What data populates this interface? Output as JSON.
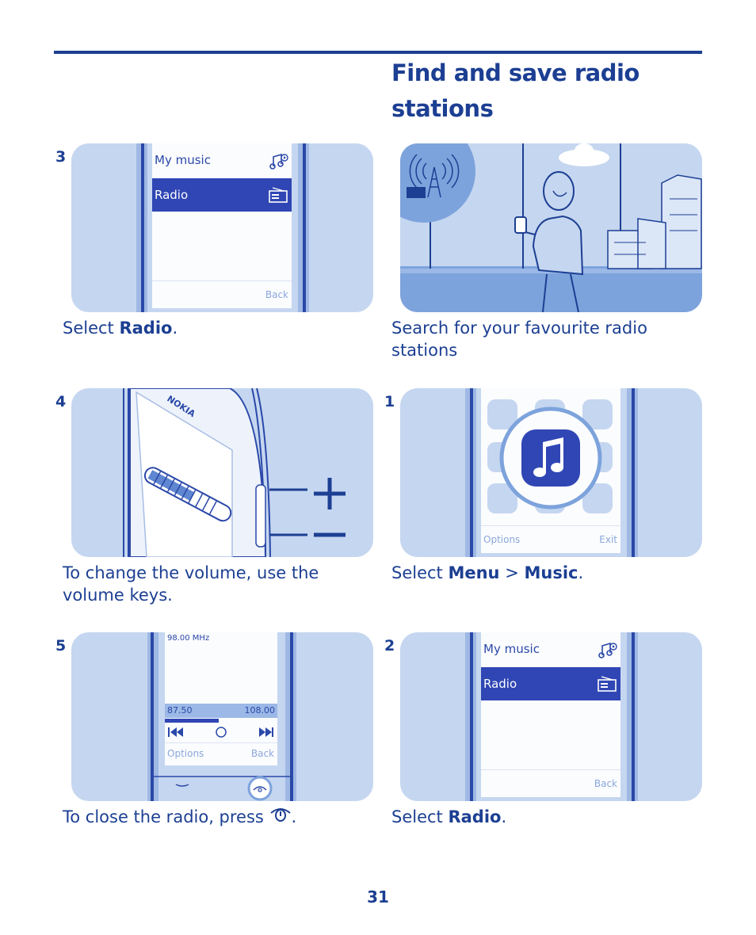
{
  "title": "Find and save radio stations",
  "page_number": "31",
  "steps": {
    "s3": {
      "number": "3",
      "menu_item_1": "My music",
      "menu_item_2": "Radio",
      "softkey_right": "Back",
      "caption_pre": "Select ",
      "caption_bold": "Radio",
      "caption_post": "."
    },
    "intro": {
      "caption": "Search for your favourite radio stations"
    },
    "s4": {
      "number": "4",
      "brand": "NOKIA",
      "caption": "To change the volume, use the volume keys."
    },
    "s1": {
      "number": "1",
      "softkey_left": "Options",
      "softkey_right": "Exit",
      "caption_pre": "Select ",
      "caption_bold1": "Menu",
      "caption_sep": " > ",
      "caption_bold2": "Music",
      "caption_post": "."
    },
    "s5": {
      "number": "5",
      "frequency": "98.00 MHz",
      "range_min": "87.50",
      "range_max": "108.00",
      "softkey_left": "Options",
      "softkey_right": "Back",
      "caption_pre": "To close the radio, press ",
      "caption_post": "."
    },
    "s2": {
      "number": "2",
      "menu_item_1": "My music",
      "menu_item_2": "Radio",
      "softkey_right": "Back",
      "caption_pre": "Select ",
      "caption_bold": "Radio",
      "caption_post": "."
    }
  },
  "colors": {
    "accent": "#1c3f93",
    "panel": "#c5d6f0",
    "highlight": "#2f46b4"
  },
  "icons": [
    "music-note-icon",
    "radio-icon",
    "broadcast-tower-icon",
    "rewind-icon",
    "forward-icon",
    "power-key-icon",
    "call-key-icon"
  ]
}
